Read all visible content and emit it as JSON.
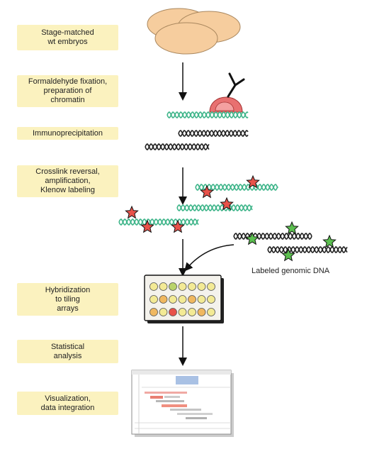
{
  "steps": [
    {
      "label": "Stage-matched\nwt embryos"
    },
    {
      "label": "Formaldehyde fixation,\npreparation of\nchromatin"
    },
    {
      "label": "Immunoprecipitation"
    },
    {
      "label": "Crosslink reversal,\namplification,\nKlenow labeling"
    },
    {
      "label": "Hybridization\nto tiling\narrays"
    },
    {
      "label": "Statistical\nanalysis"
    },
    {
      "label": "Visualization,\ndata integration"
    }
  ],
  "annotations": {
    "genomic_dna_label": "Labeled genomic DNA"
  },
  "colors": {
    "step_box": "#fbf2bf",
    "embryo_fill": "#f6cd9e",
    "chromatin": "#3fb58a",
    "ip_star": "#e8524a",
    "genomic_star": "#5bbf4f",
    "dna": "#222222"
  },
  "array_spots": [
    [
      "#f3ea95",
      "#f3ea95",
      "#b9d36a",
      "#f3ea95",
      "#f3ea95",
      "#f3ea95",
      "#f3ea95"
    ],
    [
      "#f3ea95",
      "#f0b860",
      "#f3ea95",
      "#f3ea95",
      "#f0b860",
      "#f3ea95",
      "#f3ea95"
    ],
    [
      "#f0b860",
      "#f3ea95",
      "#e8524a",
      "#f3ea95",
      "#f3ea95",
      "#f0b860",
      "#f3ea95"
    ]
  ]
}
